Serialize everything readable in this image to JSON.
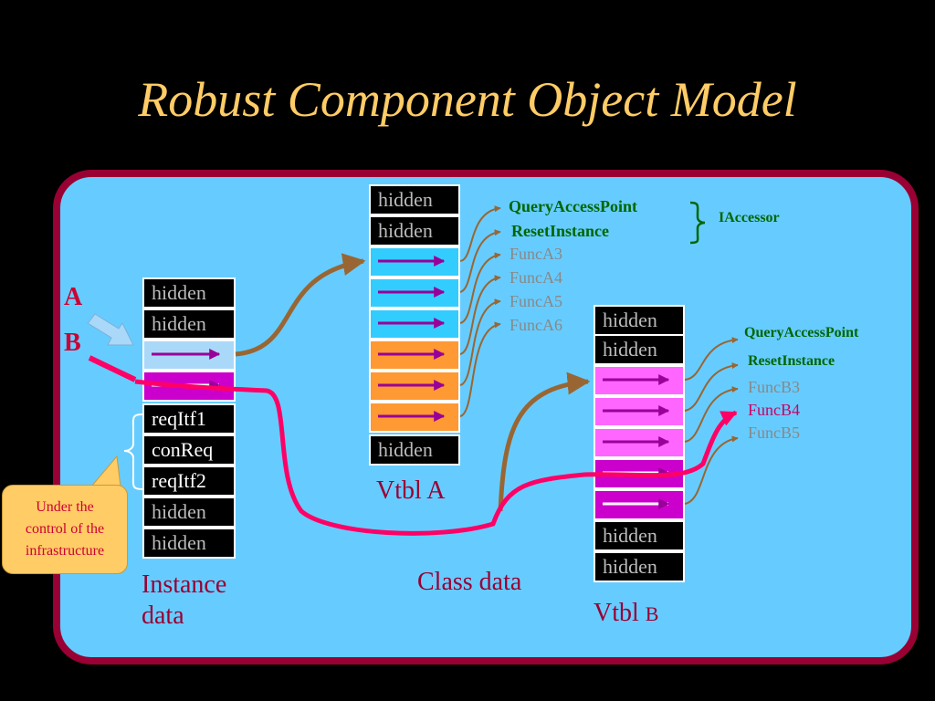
{
  "title": "Robust Component Object Model",
  "instance": {
    "cells": [
      "hidden",
      "hidden",
      "",
      "",
      "reqItf1",
      "conReq",
      "reqItf2",
      "hidden",
      "hidden"
    ],
    "label_line1": "Instance",
    "label_line2": "data"
  },
  "vtbl_a": {
    "cells": [
      "hidden",
      "hidden",
      "",
      "",
      "",
      "",
      "",
      "",
      "hidden"
    ],
    "label": "Vtbl A",
    "funcs": [
      "QueryAccessPoint",
      "ResetInstance",
      "FuncA3",
      "FuncA4",
      "FuncA5",
      "FuncA6"
    ],
    "interface_label": "IAccessor"
  },
  "vtbl_b": {
    "cells": [
      "hidden",
      "hidden",
      "",
      "",
      "",
      "",
      "",
      "hidden",
      "hidden"
    ],
    "label_main": "Vtbl ",
    "label_suffix": "B",
    "funcs": [
      "QueryAccessPoint",
      "ResetInstance",
      "FuncB3",
      "FuncB4",
      "FuncB5"
    ]
  },
  "pointer_a": "A",
  "pointer_b": "B",
  "class_data_label": "Class data",
  "callout": {
    "line1": "Under the",
    "line2": "control of the",
    "line3": "infrastructure"
  },
  "colors": {
    "title": "#ffcc66",
    "panel": "#66ccff",
    "border": "#990033",
    "pointer_a_arrow": "#aad8f8",
    "pointer_b_arrow": "#ff0066",
    "brown_link": "#996633",
    "green_text": "#006600",
    "magenta_text": "#cc0066"
  }
}
